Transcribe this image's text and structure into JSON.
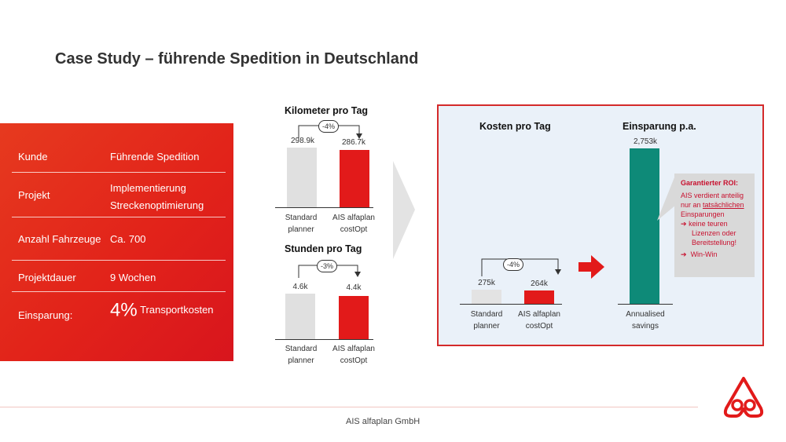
{
  "title": "Case Study – führende Spedition in Deutschland",
  "info": {
    "rows": [
      {
        "label": "Kunde",
        "value": "Führende Spedition"
      },
      {
        "label": "Projekt",
        "value_line1": "Implementierung",
        "value_line2": "Streckenoptimierung"
      },
      {
        "label": "Anzahl Fahrzeuge",
        "value": "Ca. 700"
      },
      {
        "label": "Projektdauer",
        "value": "9 Wochen"
      },
      {
        "label": "Einsparung:",
        "value_big": "4%",
        "value_rest": "Transportkosten"
      }
    ]
  },
  "km_chart": {
    "title": "Kilometer pro Tag",
    "change": "-4%",
    "bars": [
      {
        "label_line1": "Standard",
        "label_line2": "planner",
        "value_label": "298.9k",
        "value": 298.9,
        "color": "#e0e0e0"
      },
      {
        "label_line1": "AIS alfaplan",
        "label_line2": "costOpt",
        "value_label": "286.7k",
        "value": 286.7,
        "color": "#e21a1a"
      }
    ]
  },
  "hours_chart": {
    "title": "Stunden pro Tag",
    "change": "-3%",
    "bars": [
      {
        "label_line1": "Standard",
        "label_line2": "planner",
        "value_label": "4.6k",
        "value": 4.6,
        "color": "#e0e0e0"
      },
      {
        "label_line1": "AIS alfaplan",
        "label_line2": "costOpt",
        "value_label": "4.4k",
        "value": 4.4,
        "color": "#e21a1a"
      }
    ]
  },
  "cost_panel": {
    "cost_title": "Kosten pro Tag",
    "cost_change": "-4%",
    "cost_bars": [
      {
        "label_line1": "Standard",
        "label_line2": "planner",
        "value_label": "275k",
        "value": 275,
        "color": "#e3e3e3"
      },
      {
        "label_line1": "AIS alfaplan",
        "label_line2": "costOpt",
        "value_label": "264k",
        "value": 264,
        "color": "#e21a1a"
      }
    ],
    "savings_title": "Einsparung p.a.",
    "savings_bar": {
      "label_line1": "Annualised",
      "label_line2": "savings",
      "value_label": "2,753k",
      "value": 2753,
      "color": "#0e8a78"
    },
    "roi": {
      "heading": "Garantierter ROI:",
      "line1": "AIS verdient anteilig",
      "line2_pre": "nur an ",
      "line2_underlined": "tatsächlichen",
      "line3": "Einsparungen",
      "bullet1_line1": "keine teuren",
      "bullet1_line2": "Lizenzen oder",
      "bullet1_line3": "Bereitstellung!",
      "bullet2": "Win-Win",
      "arrow_glyph": "➔"
    }
  },
  "footer": "AIS alfaplan GmbH",
  "colors": {
    "accent_red": "#e21a1a",
    "teal": "#0e8a78",
    "panel_bg": "#eaf1f9"
  }
}
